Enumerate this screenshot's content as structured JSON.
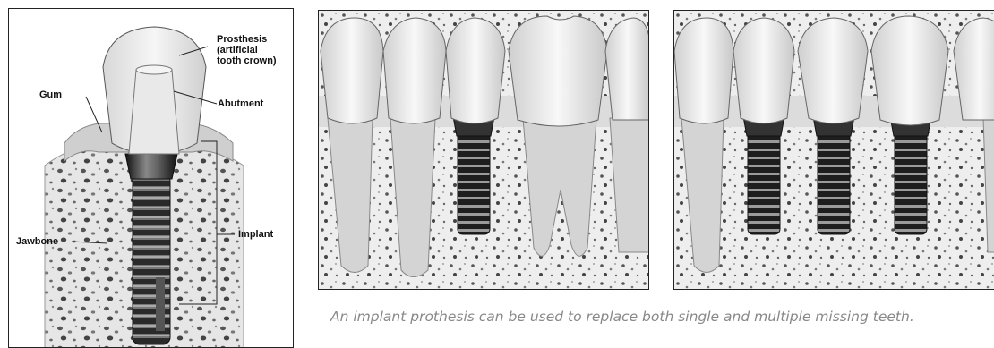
{
  "labels": {
    "prosthesis": [
      "Prosthesis",
      "(artificial",
      "tooth crown)"
    ],
    "abutment": "Abutment",
    "gum": "Gum",
    "jawbone": "Jawbone",
    "implant": "Implant"
  },
  "caption": "An implant prothesis can be used to replace both single and multiple missing teeth."
}
